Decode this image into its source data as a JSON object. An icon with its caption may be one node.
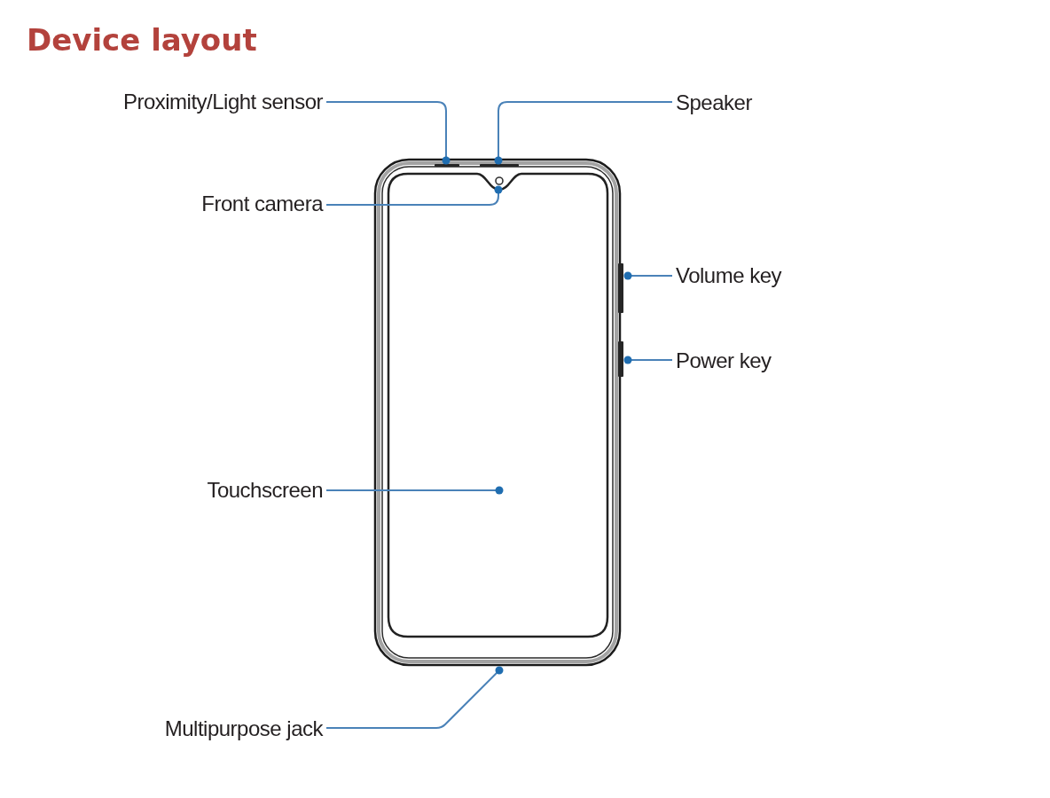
{
  "diagram": {
    "title": "Device layout",
    "nodes": [
      {
        "text": [
          "Proximity/Light sensor"
        ]
      },
      {
        "text": [
          "Speaker"
        ]
      },
      {
        "text": [
          "Front camera"
        ]
      },
      {
        "text": [
          "Volume key"
        ]
      },
      {
        "text": [
          "Power key"
        ]
      },
      {
        "text": [
          "Touchscreen"
        ]
      },
      {
        "text": [
          "Multipurpose jack"
        ]
      },
      {
        "text": [],
        "shape": "bar"
      },
      {
        "text": [],
        "shape": "bar"
      },
      {
        "text": [],
        "shape": "circle"
      },
      {
        "text": [],
        "shape": "bar"
      },
      {
        "text": [],
        "shape": "bar"
      },
      {
        "text": [],
        "shape": "box"
      }
    ],
    "edges": [
      {
        "from": 0,
        "to": 7,
        "arrow": "other"
      },
      {
        "from": 1,
        "to": 8,
        "arrow": "other"
      },
      {
        "from": 2,
        "to": 9,
        "arrow": "other"
      },
      {
        "from": 3,
        "to": 10,
        "arrow": "other"
      },
      {
        "from": 4,
        "to": 11,
        "arrow": "other"
      },
      {
        "from": 5,
        "to": 12,
        "arrow": "other"
      },
      {
        "from": 6,
        "to": null,
        "arrow": "other"
      }
    ]
  }
}
